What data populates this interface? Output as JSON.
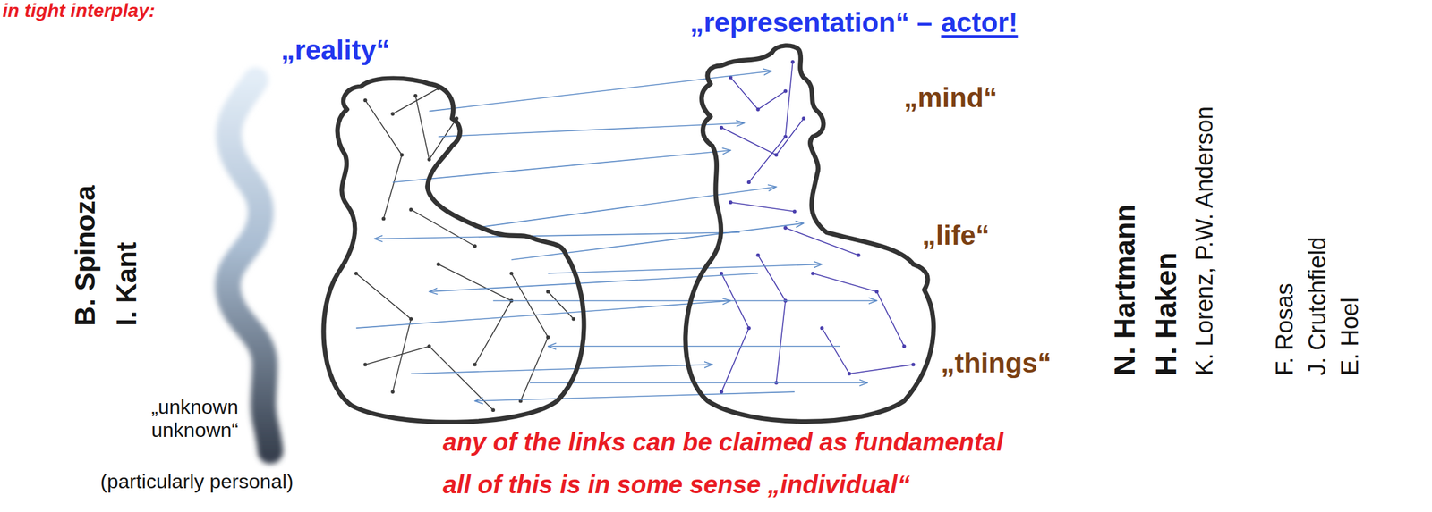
{
  "diagram": {
    "nodes": [
      {
        "text": [
          "„reality“"
        ]
      },
      {
        "text": [
          "„representation“ –",
          "actor!"
        ]
      }
    ],
    "edges": [
      {
        "from": 0,
        "to": 1,
        "arrow": "to"
      },
      {
        "from": 0,
        "to": 1,
        "arrow": "to"
      },
      {
        "from": 0,
        "to": 1,
        "arrow": "to"
      },
      {
        "from": 0,
        "to": 1,
        "arrow": "to"
      },
      {
        "from": 1,
        "to": 0,
        "arrow": "to"
      },
      {
        "from": 0,
        "to": 1,
        "arrow": "to"
      },
      {
        "from": 0,
        "to": 1,
        "arrow": "to"
      },
      {
        "from": 1,
        "to": 0,
        "arrow": "to"
      },
      {
        "from": 0,
        "to": 1,
        "arrow": "to"
      },
      {
        "from": 0,
        "to": 1,
        "arrow": "to"
      },
      {
        "from": 1,
        "to": 0,
        "arrow": "to"
      },
      {
        "from": 0,
        "to": 1,
        "arrow": "to"
      },
      {
        "from": 1,
        "to": 0,
        "arrow": "to"
      },
      {
        "from": 0,
        "to": 1,
        "arrow": "to"
      }
    ],
    "labels": [
      "in tight interplay:",
      "B. Spinoza",
      "I. Kant",
      "„unknown unknown“",
      "(particularly personal)",
      "„mind“",
      "„life“",
      "„things“",
      "N. Hartmann",
      "H. Haken",
      "K. Lorenz, P.W. Anderson",
      "F. Rosas",
      "J. Crutchfield",
      "E. Hoel",
      "any of the links can be claimed as fundamental",
      "all of this is in some sense „individual“"
    ]
  }
}
